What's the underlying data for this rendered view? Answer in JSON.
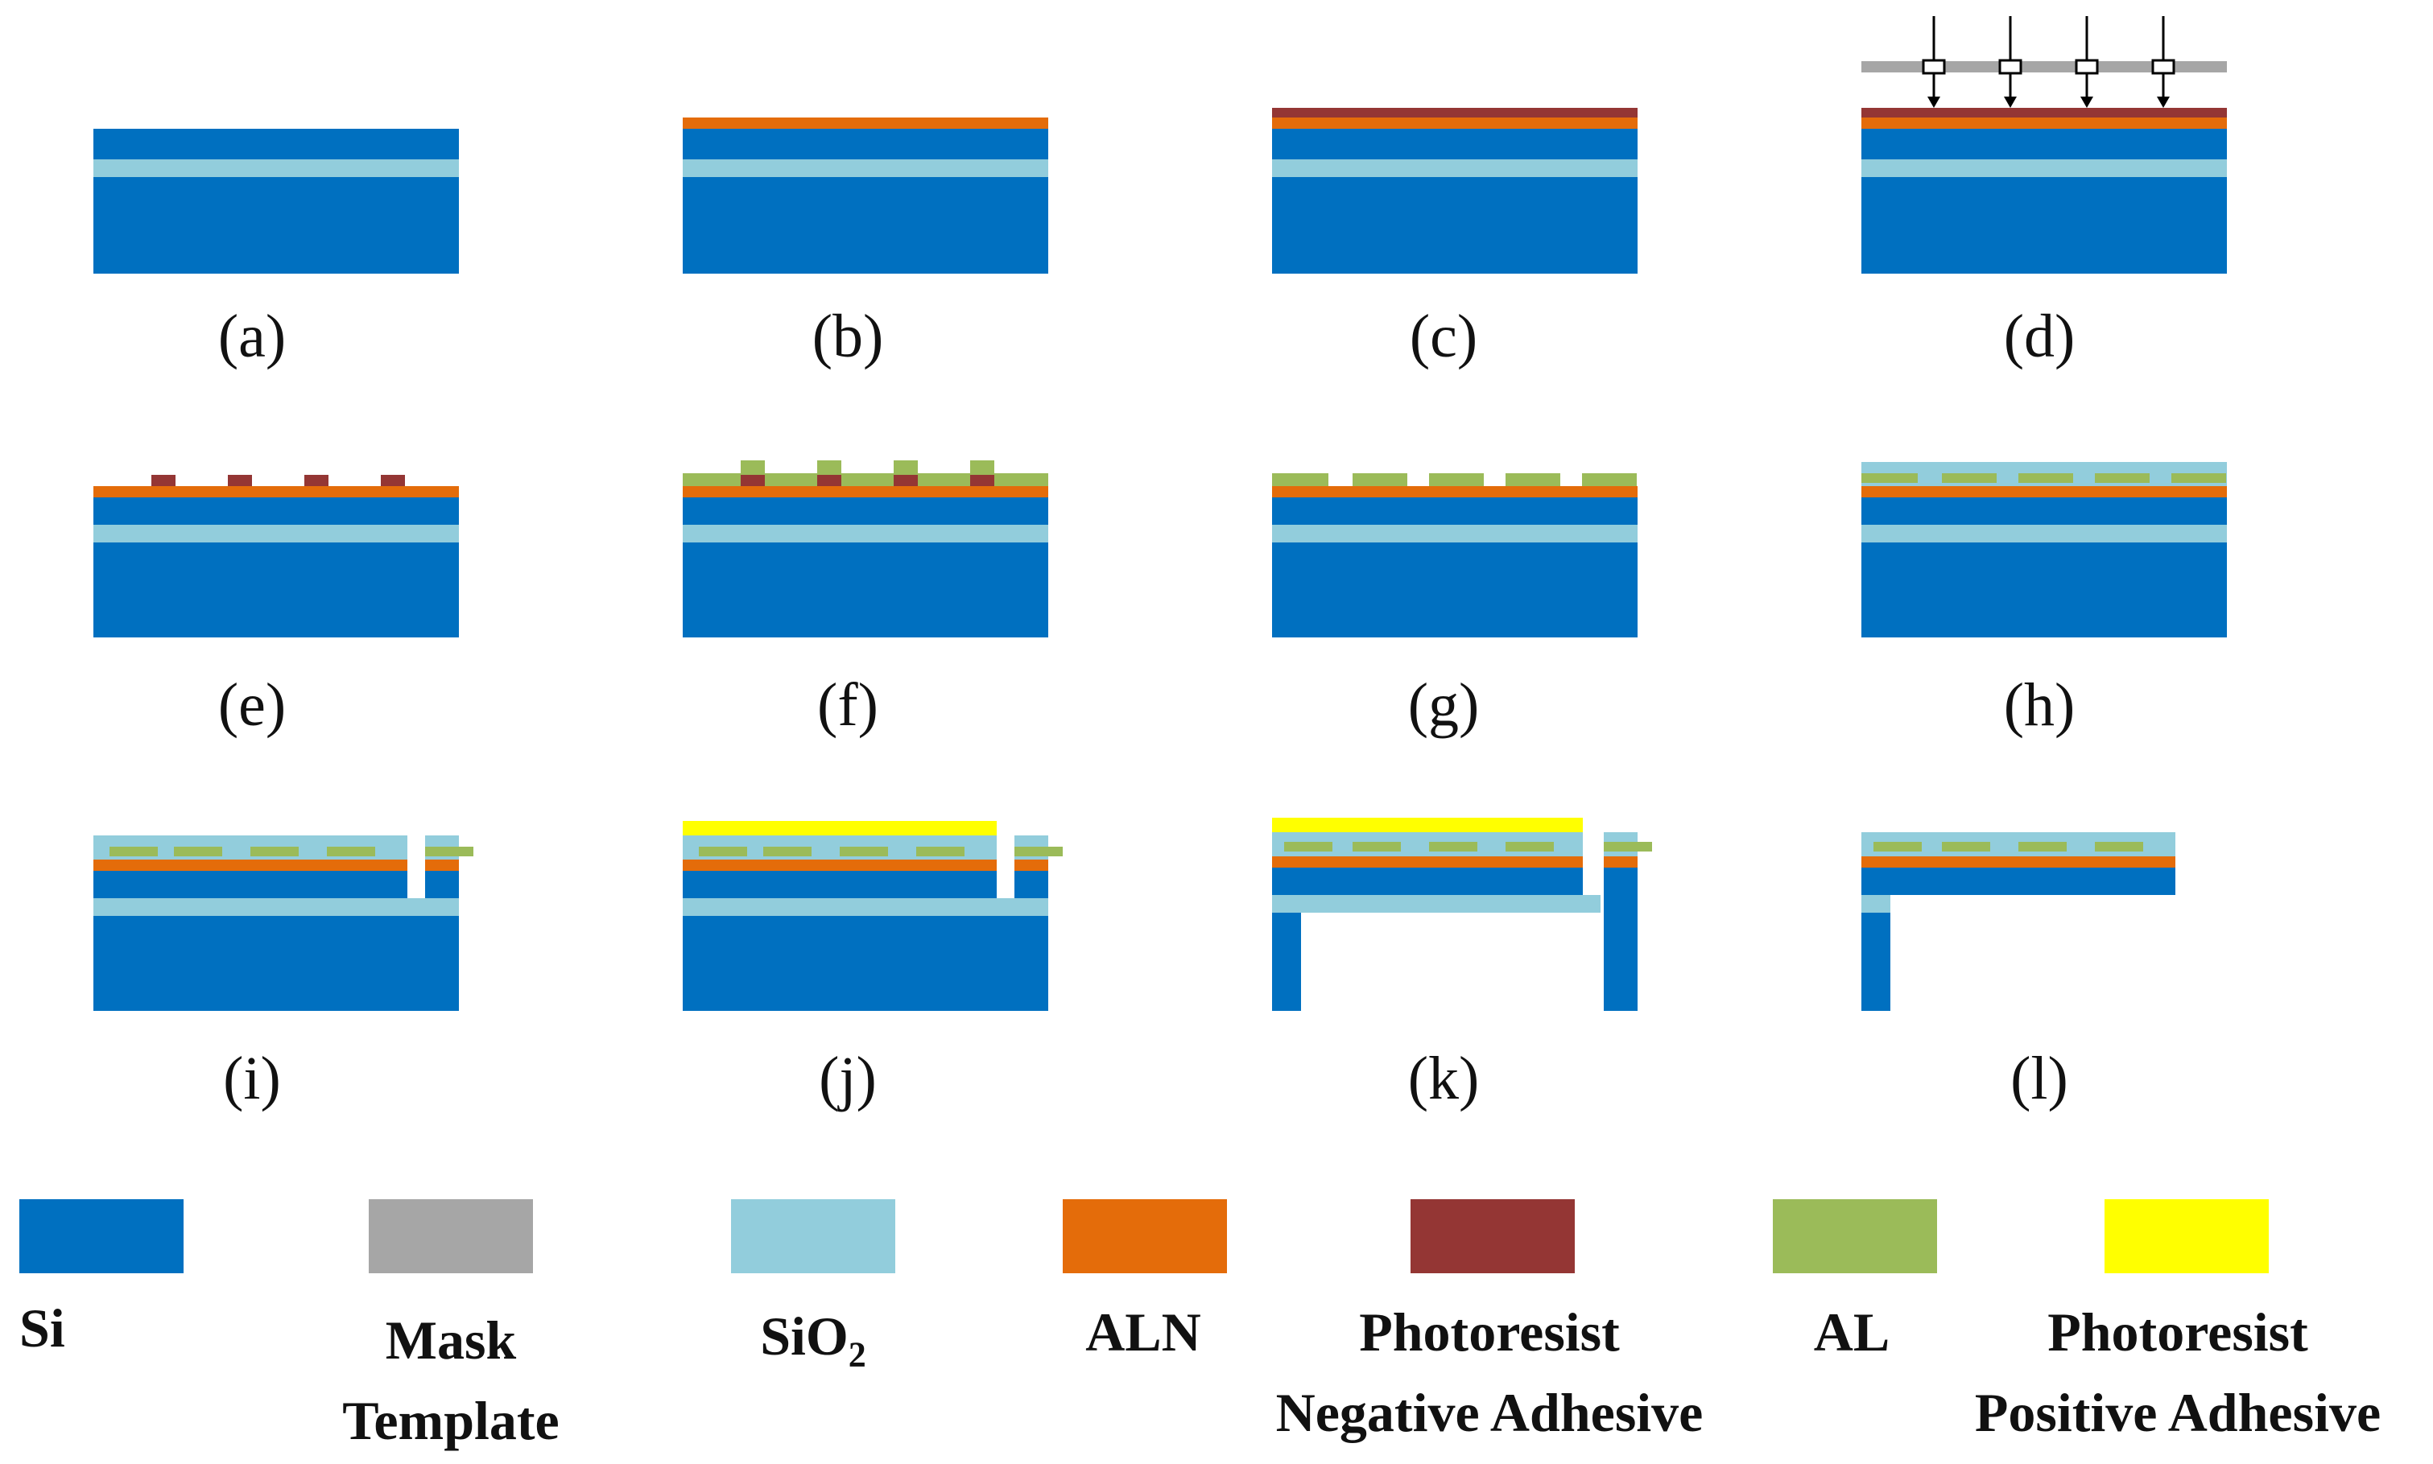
{
  "colors": {
    "si": "#0070C0",
    "mask": "#A6A6A6",
    "sio2": "#92CDDC",
    "aln": "#E46C0A",
    "pr_neg": "#943634",
    "al": "#9BBB59",
    "pr_pos": "#FFFF00"
  },
  "steps": [
    {
      "id": "a",
      "label": "(a)"
    },
    {
      "id": "b",
      "label": "(b)"
    },
    {
      "id": "c",
      "label": "(c)"
    },
    {
      "id": "d",
      "label": "(d)"
    },
    {
      "id": "e",
      "label": "(e)"
    },
    {
      "id": "f",
      "label": "(f)"
    },
    {
      "id": "g",
      "label": "(g)"
    },
    {
      "id": "h",
      "label": "(h)"
    },
    {
      "id": "i",
      "label": "(i)"
    },
    {
      "id": "j",
      "label": "(j)"
    },
    {
      "id": "k",
      "label": "(k)"
    },
    {
      "id": "l",
      "label": "(l)"
    }
  ],
  "legend": [
    {
      "key": "si",
      "line1": "Si",
      "line2": ""
    },
    {
      "key": "mask",
      "line1": "Mask",
      "line2": "Template"
    },
    {
      "key": "sio2",
      "line1": "SiO",
      "sub": "2",
      "line2": ""
    },
    {
      "key": "aln",
      "line1": "ALN",
      "line2": ""
    },
    {
      "key": "pr_neg",
      "line1": "Photoresist",
      "line2": "Negative Adhesive"
    },
    {
      "key": "al",
      "line1": "AL",
      "line2": ""
    },
    {
      "key": "pr_pos",
      "line1": "Photoresist",
      "line2": "Positive Adhesive"
    }
  ]
}
